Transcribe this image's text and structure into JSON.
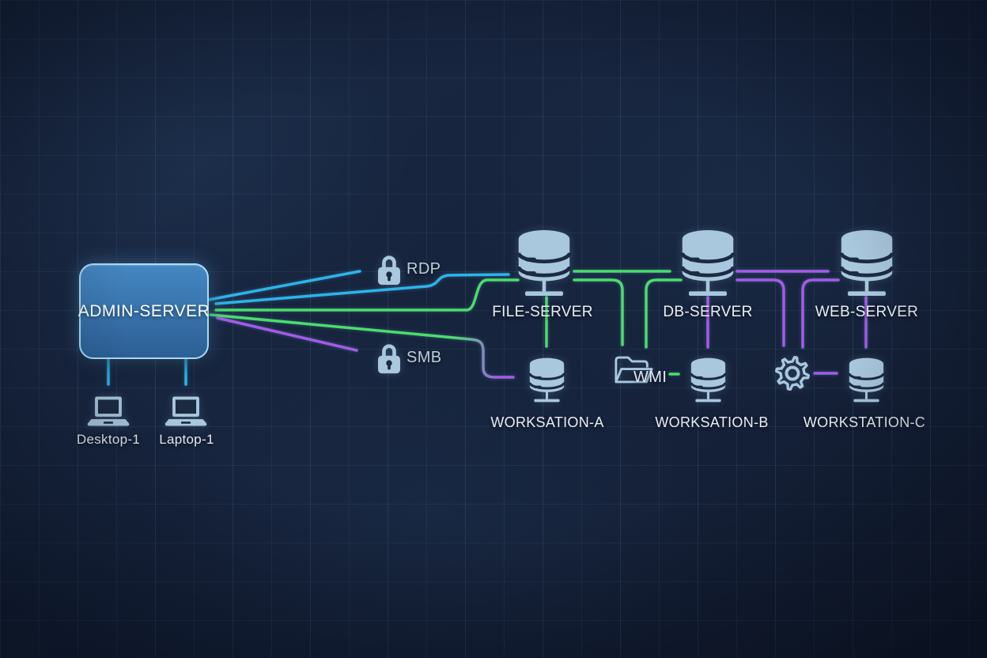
{
  "diagram": {
    "admin_server": {
      "label": "ADMIN-SERVER"
    },
    "clients": [
      {
        "label": "Desktop-1"
      },
      {
        "label": "Laptop-1"
      }
    ],
    "protocols": {
      "rdp": "RDP",
      "smb": "SMB",
      "wmi": "WMI"
    },
    "servers": [
      {
        "label": "FILE-SERVER"
      },
      {
        "label": "DB-SERVER"
      },
      {
        "label": "WEB-SERVER"
      }
    ],
    "workstations": [
      {
        "label": "WORKSATION-A"
      },
      {
        "label": "WORKSATION-B"
      },
      {
        "label": "WORKSTATION-C"
      }
    ],
    "colors": {
      "edge_cyan": "#2ab5ea",
      "edge_green": "#49de68",
      "edge_purple": "#a55ae8",
      "icon_fill": "#a9c7dd",
      "icon_dark": "#1b2b41",
      "node_fill_top": "#4587c2",
      "node_fill_bottom": "#2c5f95",
      "node_border": "#a8daf6",
      "label_text": "#e9eef4",
      "protocol_text": "#bdcdda",
      "background": "#16223a"
    }
  }
}
